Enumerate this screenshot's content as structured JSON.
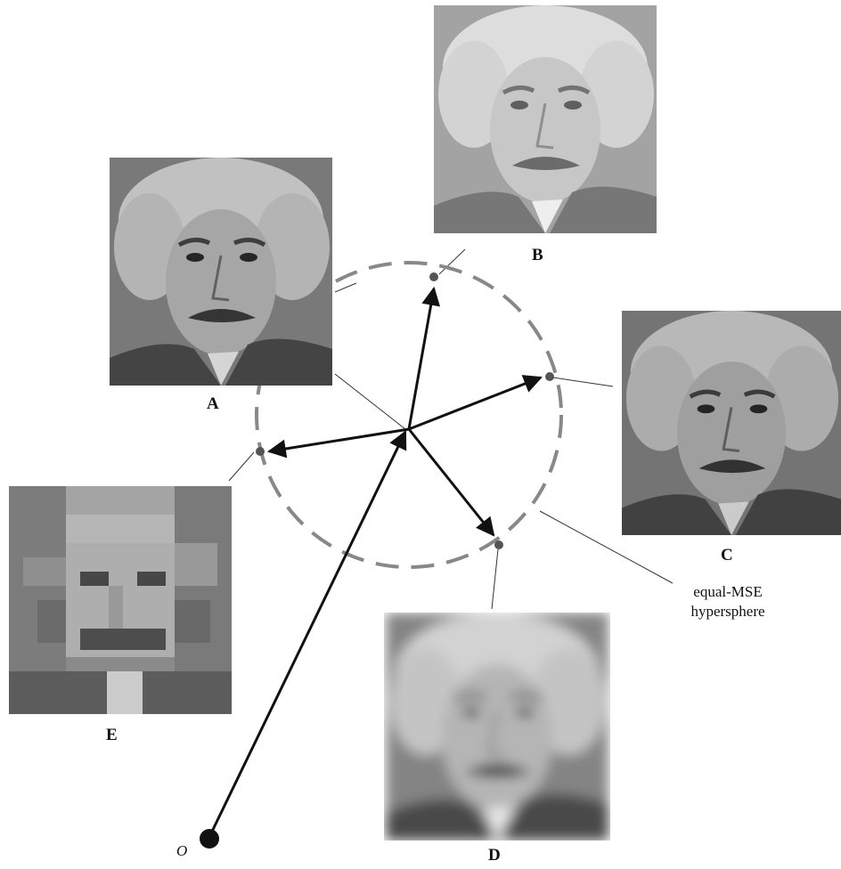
{
  "figure": {
    "labels": {
      "a": "A",
      "b": "B",
      "c": "C",
      "d": "D",
      "e": "E"
    },
    "origin_label": "O",
    "note": {
      "line1": "equal-MSE",
      "line2": "hypersphere"
    }
  }
}
